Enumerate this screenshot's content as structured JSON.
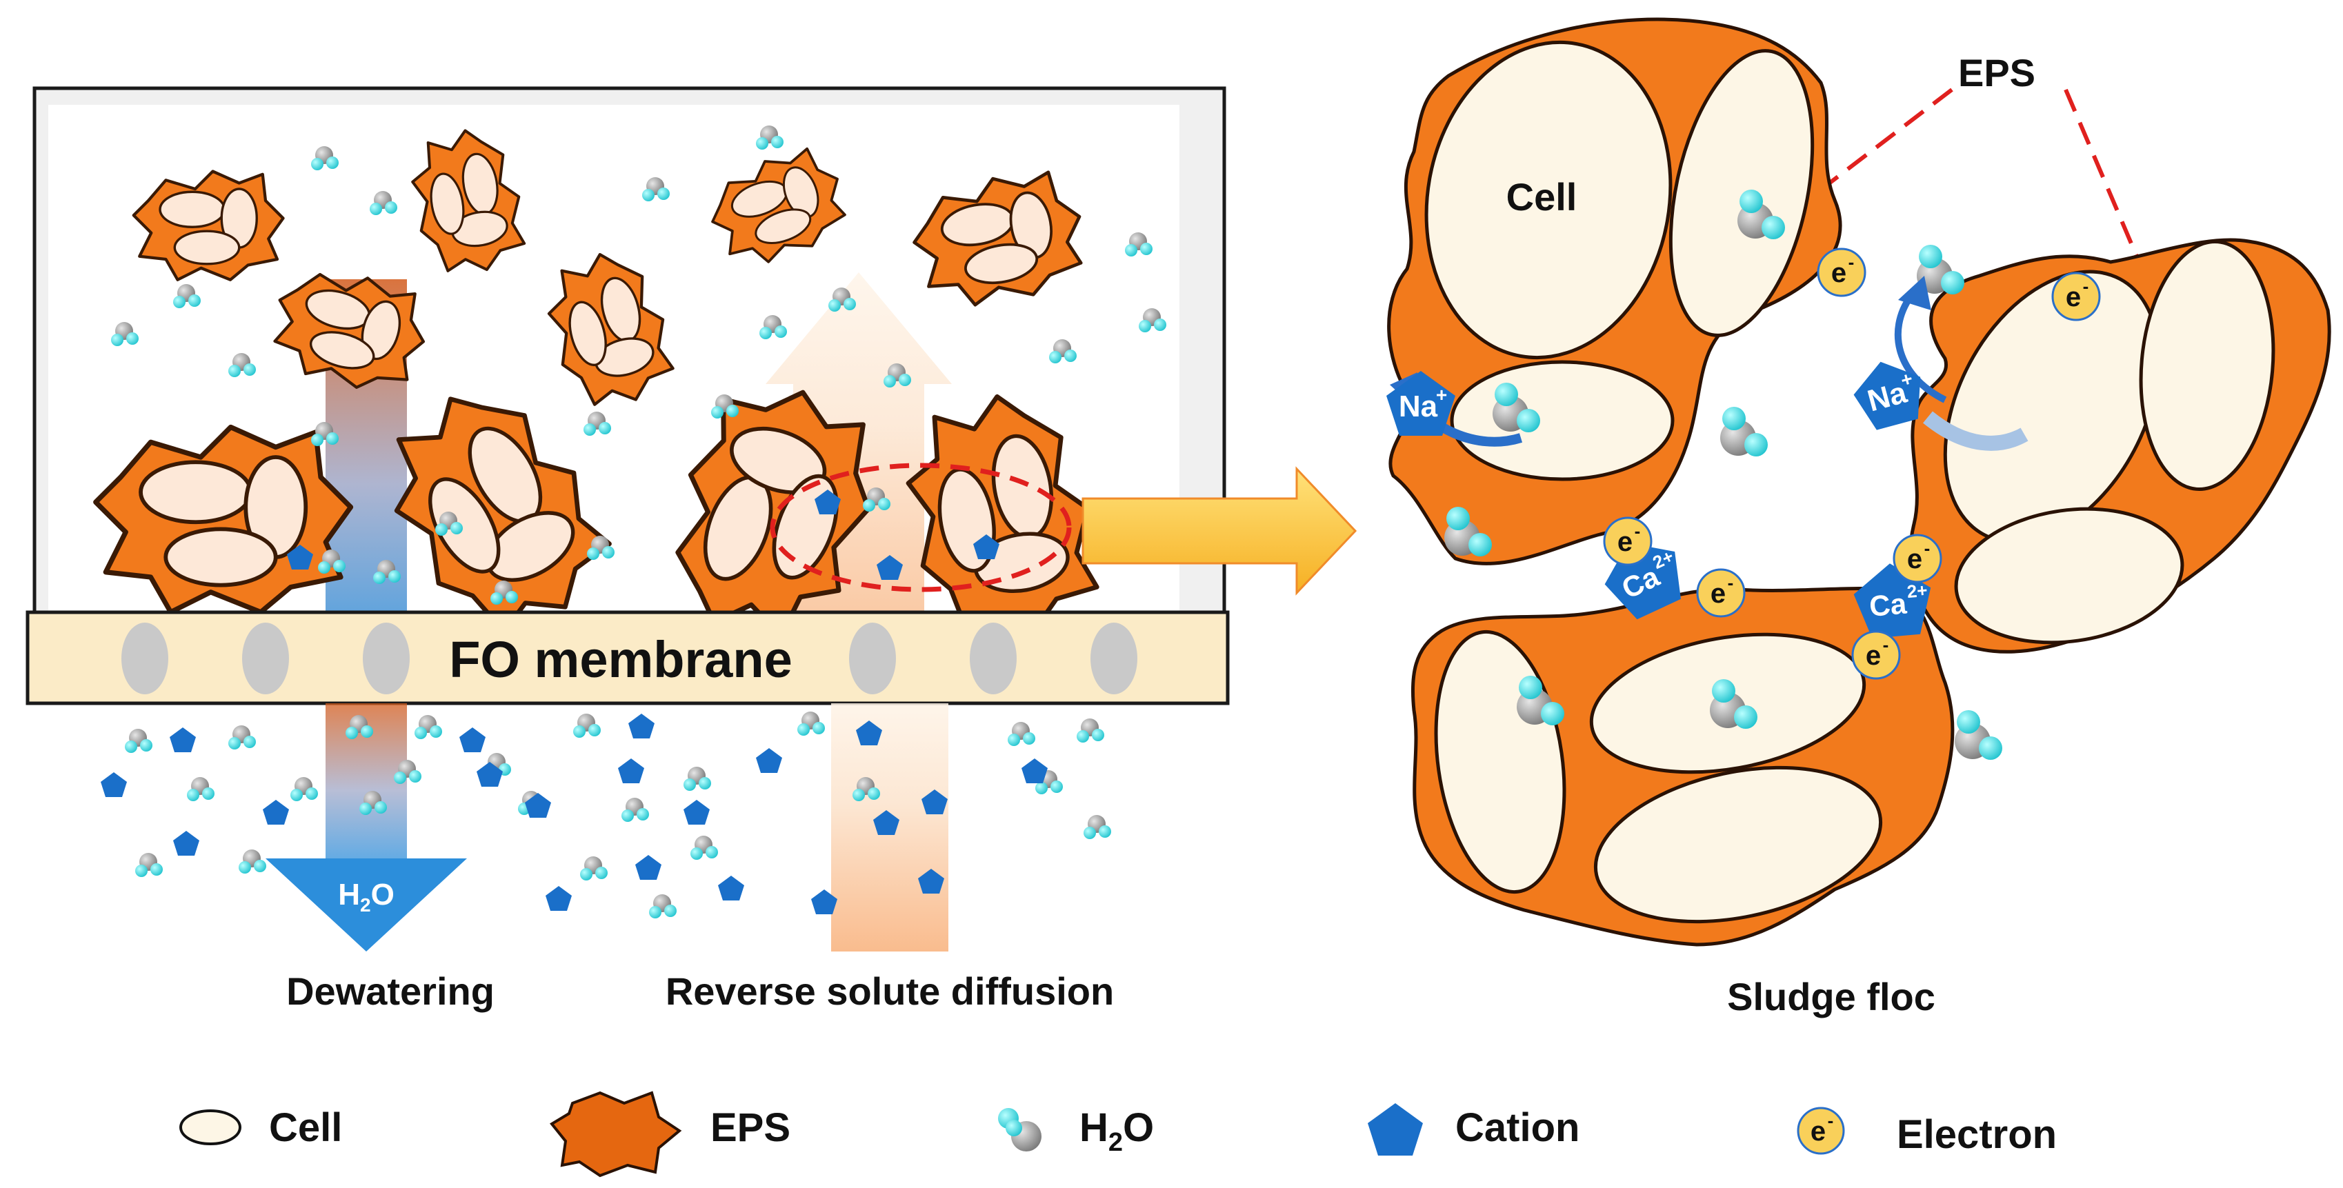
{
  "left_panel": {
    "membrane_label": "FO membrane",
    "water_arrow_label": "H",
    "water_arrow_sub": "2",
    "water_arrow_tail": "O",
    "dewatering_label": "Dewatering",
    "reverse_label": "Reverse solute diffusion"
  },
  "right_panel": {
    "eps_label": "EPS",
    "cell_label": "Cell",
    "floc_label": "Sludge floc",
    "na_ion": "Na",
    "na_charge": "+",
    "ca_ion": "Ca",
    "ca_charge": "2+",
    "electron_symbol": "e",
    "electron_charge": "-"
  },
  "legend": {
    "cell": "Cell",
    "eps": "EPS",
    "h2o_main": "H",
    "h2o_sub": "2",
    "h2o_tail": "O",
    "cation": "Cation",
    "electron": "Electron"
  },
  "colors": {
    "eps_orange": "#F27A1C",
    "cell_cream": "#FDF6E6",
    "cation_blue": "#1A6FC9",
    "electron_yellow": "#F9D05A",
    "membrane_fill": "#FBEBC7",
    "dashed_red": "#E0201E"
  }
}
